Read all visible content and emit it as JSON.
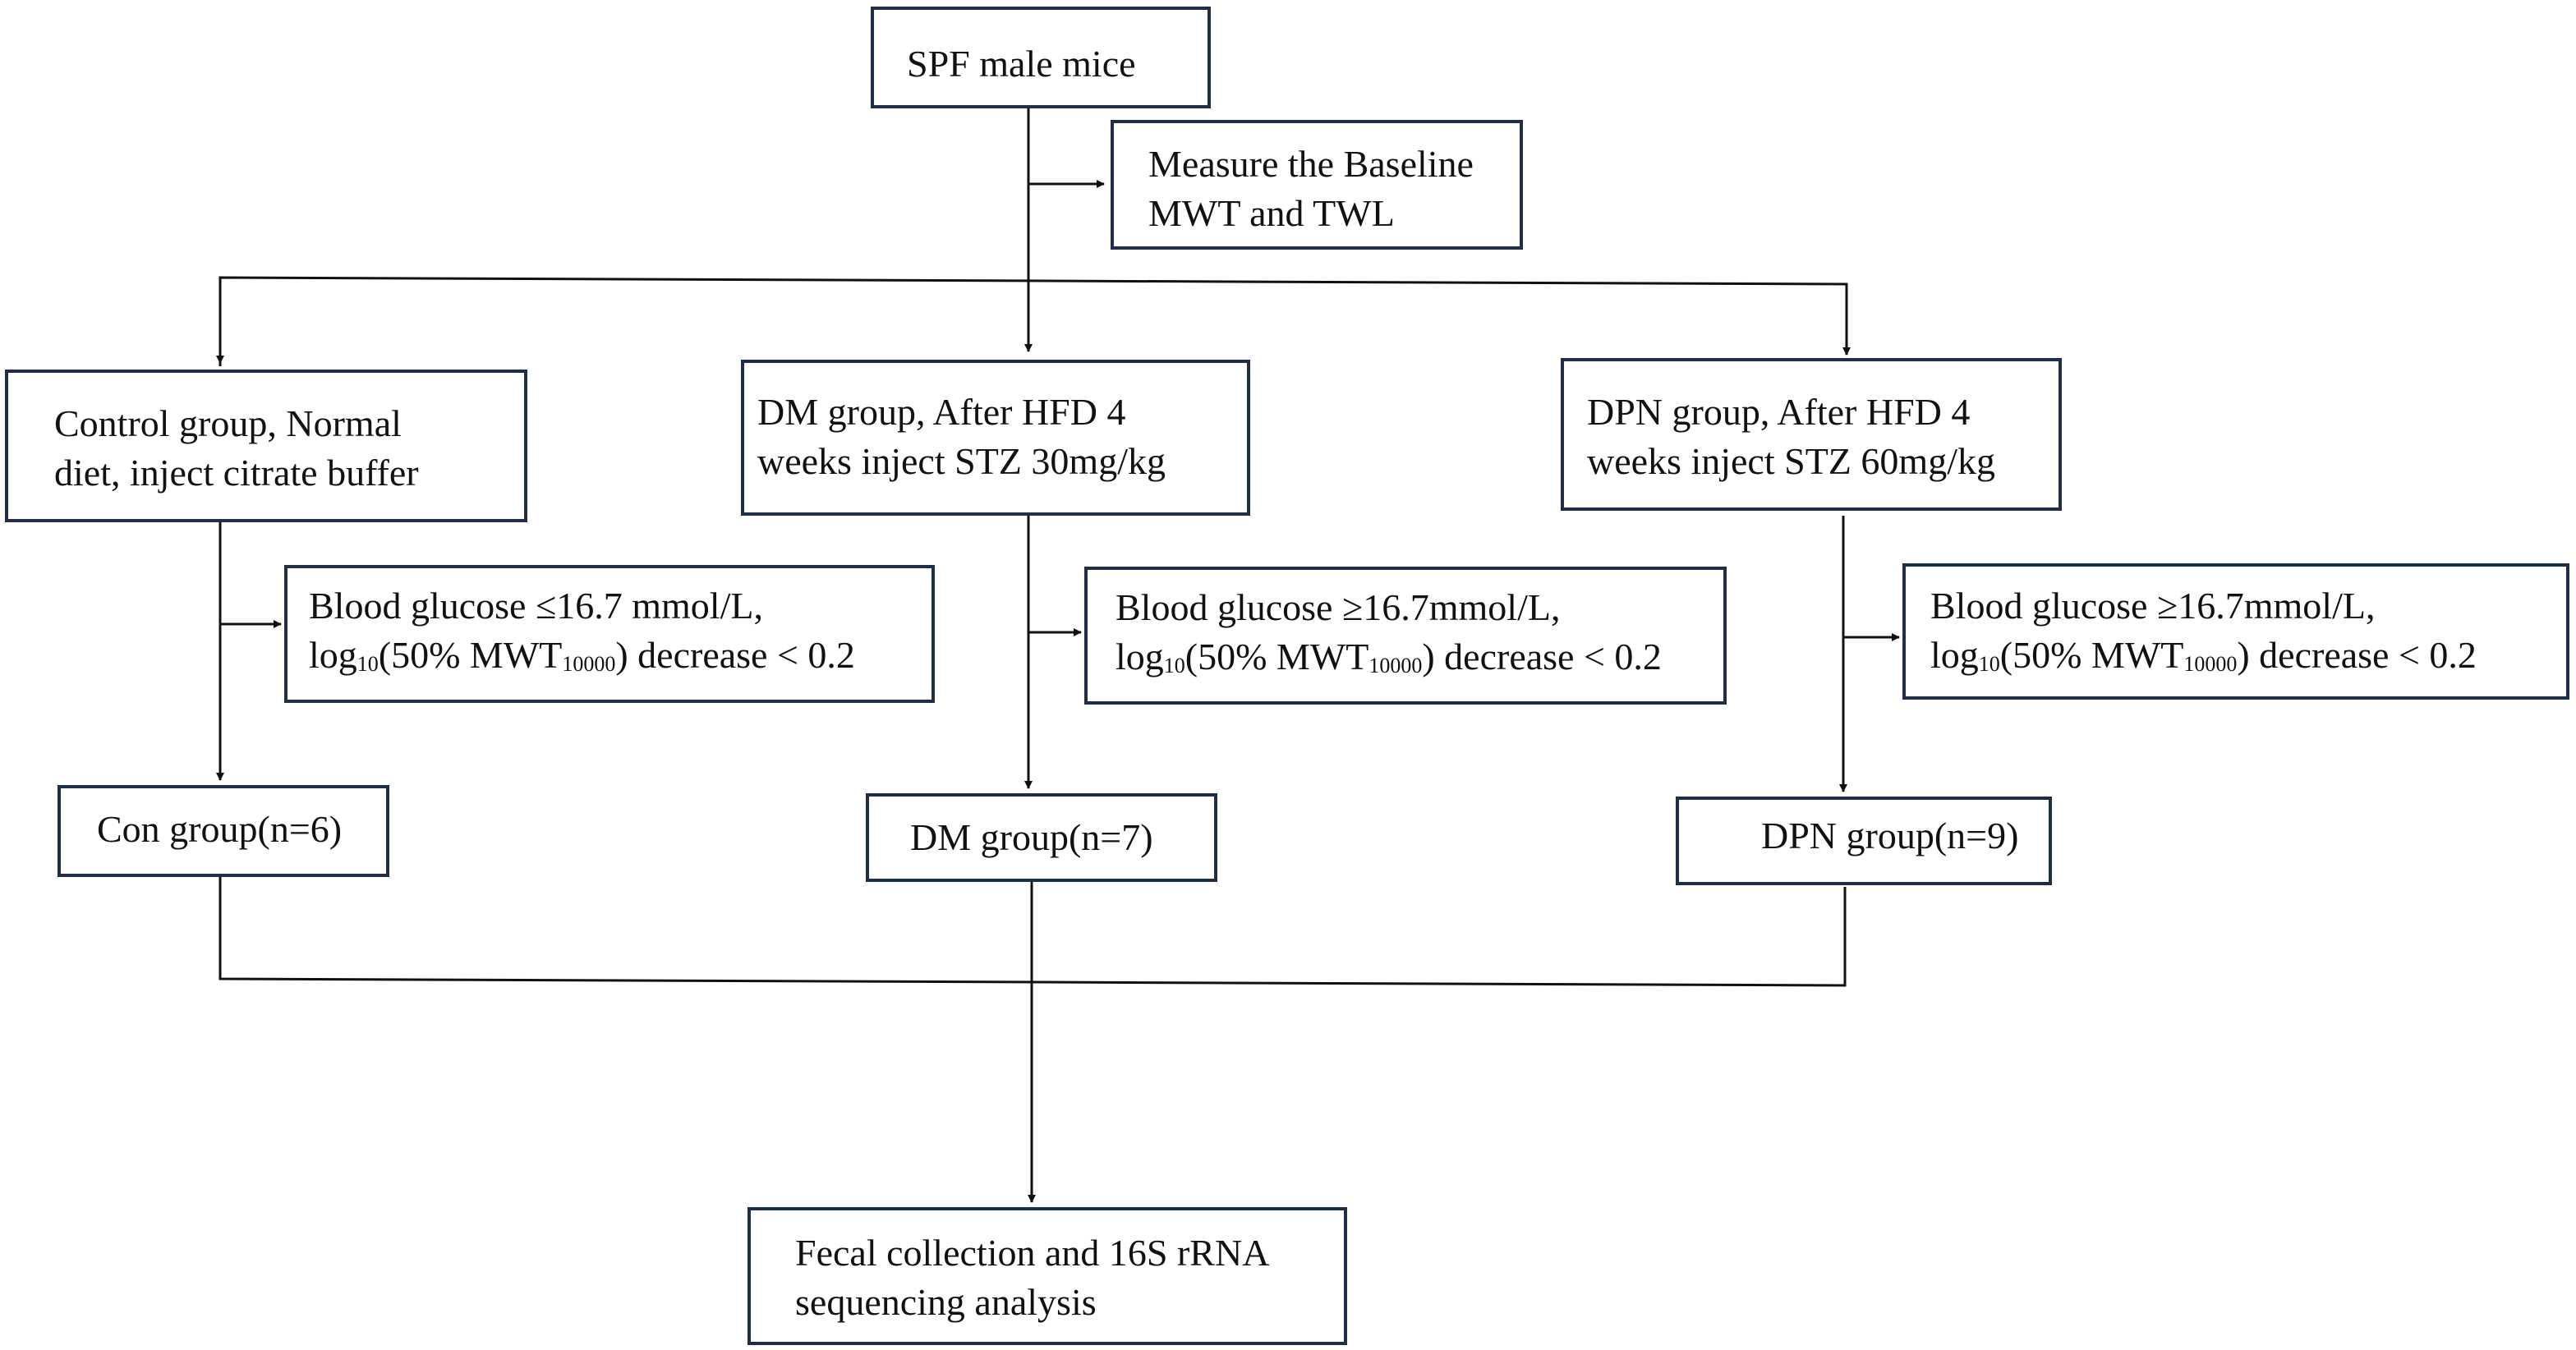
{
  "diagram": {
    "start": {
      "text": "SPF male mice"
    },
    "baseline": {
      "line1": "Measure the Baseline",
      "line2": "MWT and TWL"
    },
    "groups": [
      {
        "id": "control",
        "desc_line1": "Control group, Normal",
        "desc_line2": "diet, inject citrate buffer",
        "criteria_line1": "Blood glucose ≤16.7 mmol/L,",
        "criteria_line2_a": "log",
        "criteria_line2_sub1": "10",
        "criteria_line2_b": "(50% MWT",
        "criteria_line2_sub2": "10000",
        "criteria_line2_c": ") decrease < 0.2",
        "result": "Con group(n=6)"
      },
      {
        "id": "dm",
        "desc_line1": "DM group, After HFD 4",
        "desc_line2": "weeks inject STZ 30mg/kg",
        "criteria_line1": "Blood glucose ≥16.7mmol/L,",
        "criteria_line2_a": "log",
        "criteria_line2_sub1": "10",
        "criteria_line2_b": "(50% MWT",
        "criteria_line2_sub2": "10000",
        "criteria_line2_c": ") decrease < 0.2",
        "result": "DM group(n=7)"
      },
      {
        "id": "dpn",
        "desc_line1": "DPN group, After HFD 4",
        "desc_line2": "weeks inject STZ 60mg/kg",
        "criteria_line1": "Blood glucose  ≥16.7mmol/L,",
        "criteria_line2_a": "log",
        "criteria_line2_sub1": "10",
        "criteria_line2_b": "(50% MWT",
        "criteria_line2_sub2": "10000",
        "criteria_line2_c": ") decrease < 0.2",
        "result": "DPN group(n=9)"
      }
    ],
    "final": {
      "line1": "Fecal collection and 16S rRNA",
      "line2": "sequencing analysis"
    }
  }
}
